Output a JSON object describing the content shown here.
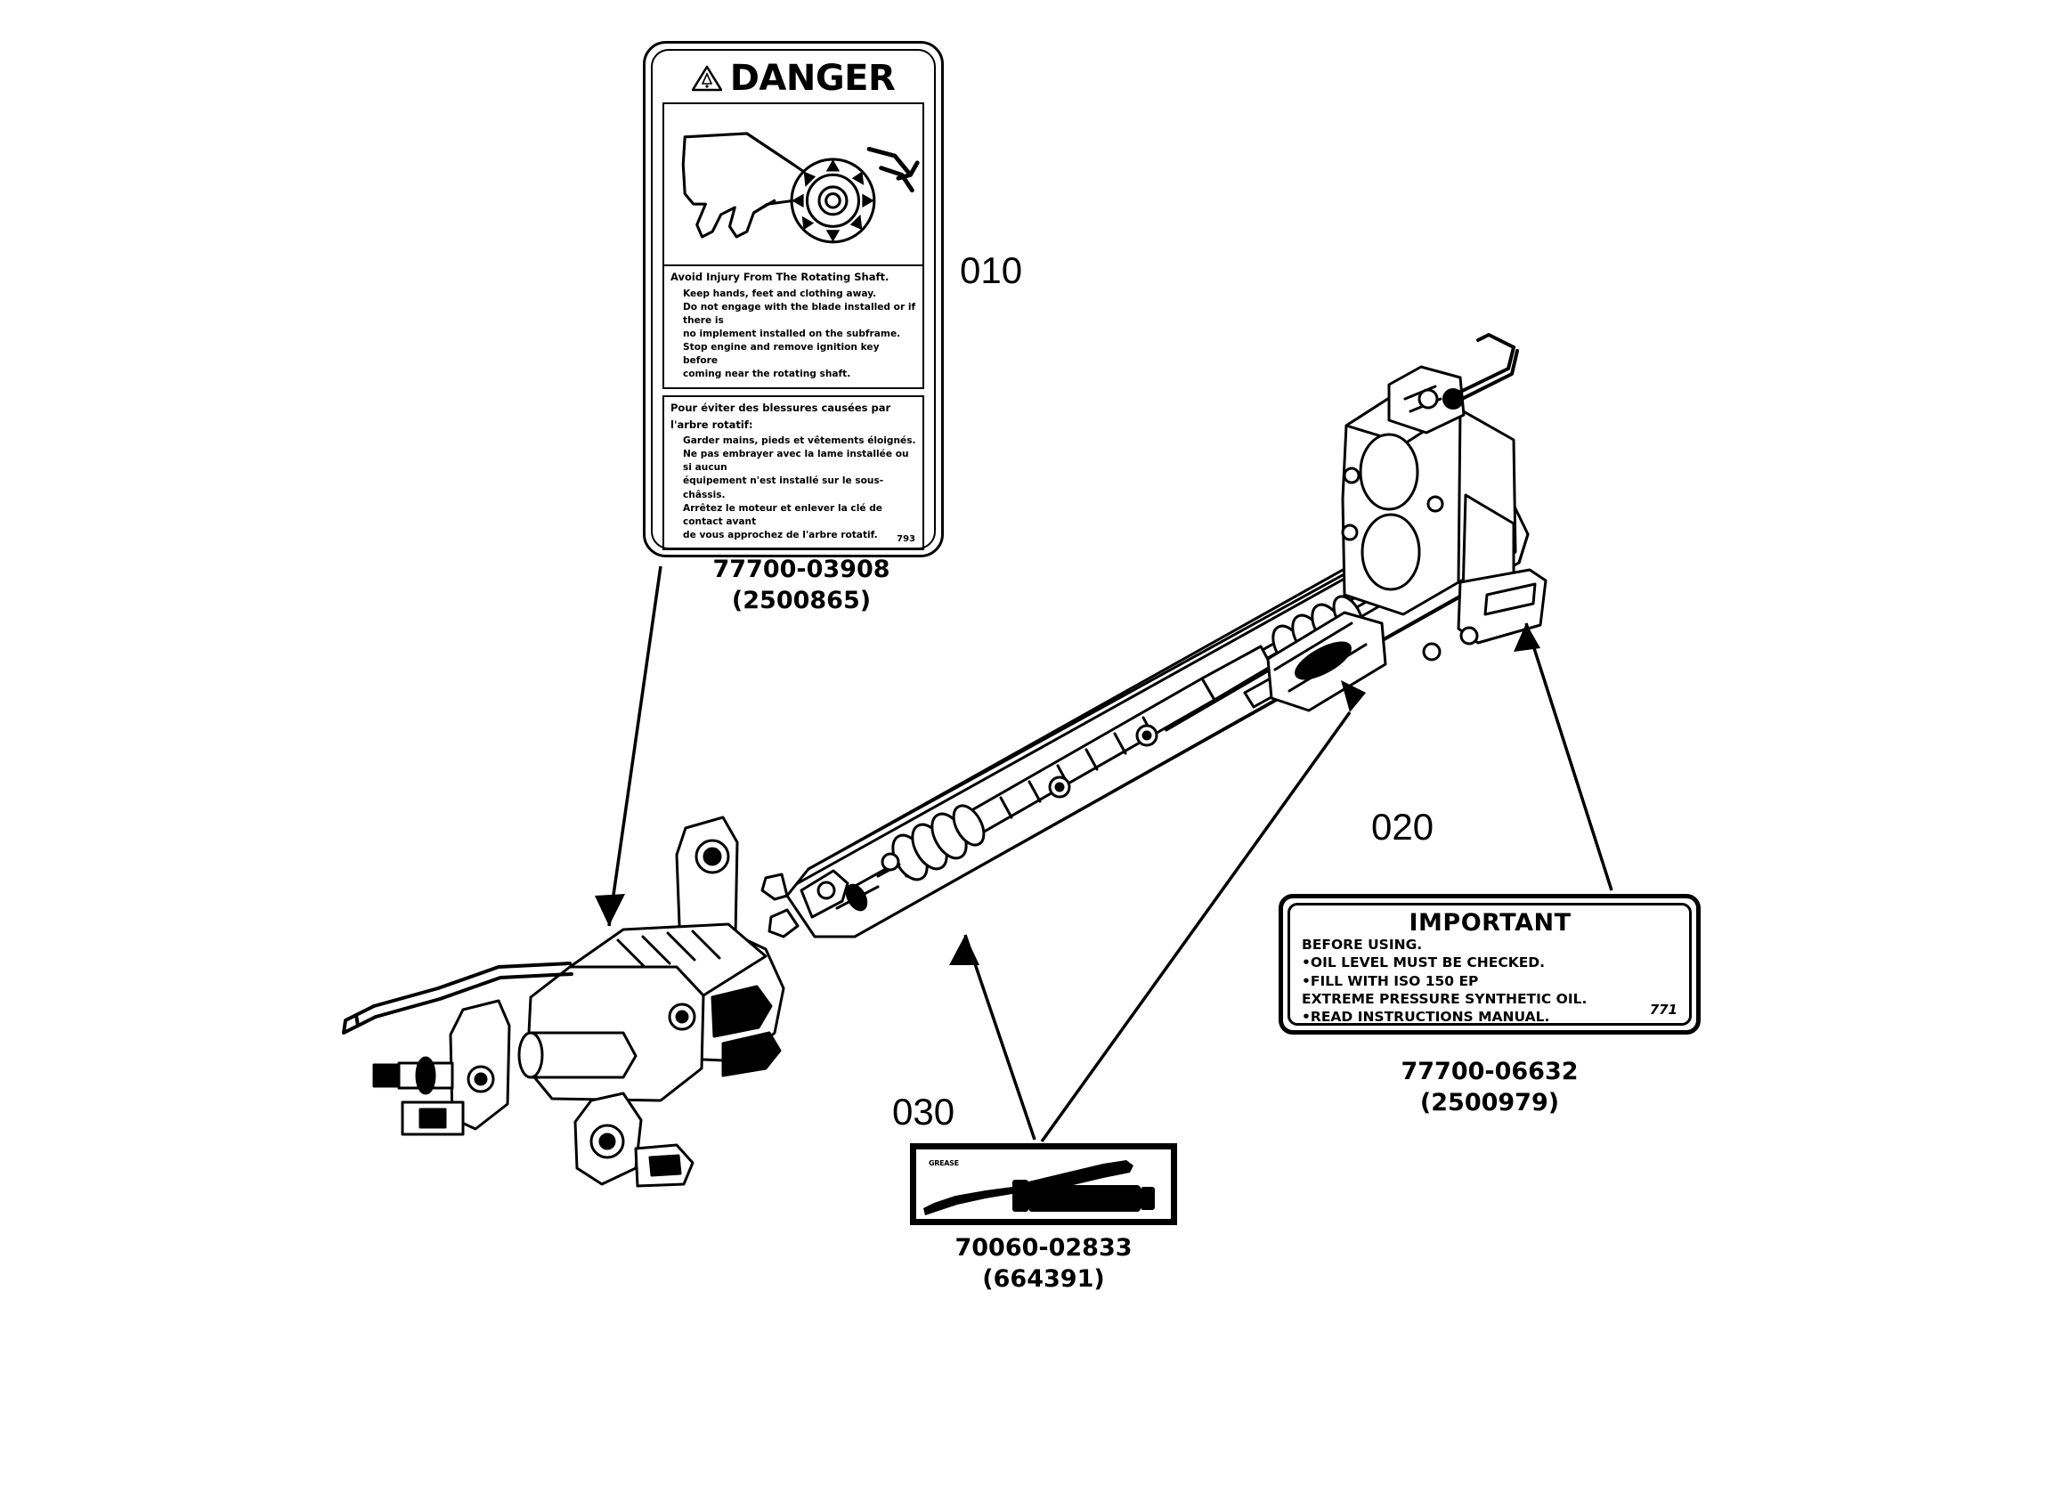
{
  "diagram": {
    "title": "Subframe drive shaft assembly - decal and lubrication parts diagram",
    "background_color": "#ffffff",
    "line_color": "#000000"
  },
  "item_refs": [
    {
      "id": "ref-010",
      "label": "010"
    },
    {
      "id": "ref-020",
      "label": "020"
    },
    {
      "id": "ref-030",
      "label": "030"
    }
  ],
  "danger_decal": {
    "title": "DANGER",
    "warning_icon": "warning-triangle-icon",
    "pictogram_name": "hand-near-rotating-shaft-icon",
    "english": {
      "heading": "Avoid Injury From The Rotating Shaft.",
      "lines": [
        "Keep hands, feet and clothing away.",
        "Do not engage with the blade installed or if there is",
        "no implement installed on the subframe.",
        "Stop engine and remove ignition key before",
        "coming near the rotating shaft."
      ]
    },
    "french": {
      "heading_line1": "Pour éviter des blessures causées par",
      "heading_line2": "l'arbre rotatif:",
      "lines": [
        "Garder mains, pieds et vêtements éloignés.",
        "Ne pas embrayer avec la lame installée ou si aucun",
        "équipement n'est installé sur le sous-châssis.",
        "Arrêtez le moteur et enlever la clé de contact avant",
        "de vous approchez de l'arbre rotatif."
      ]
    },
    "code": "793",
    "part_number": "77700-03908",
    "alt_part_number": "(2500865)"
  },
  "important_decal": {
    "title": "IMPORTANT",
    "lines": [
      "BEFORE USING.",
      "•OIL LEVEL MUST BE CHECKED.",
      "•FILL WITH ISO 150 EP",
      "  EXTREME PRESSURE SYNTHETIC OIL.",
      "•READ INSTRUCTIONS MANUAL."
    ],
    "code": "771",
    "part_number": "77700-06632",
    "alt_part_number": "(2500979)"
  },
  "grease_gun": {
    "icon": "grease-gun-icon",
    "marking": "GREASE",
    "part_number": "70060-02833",
    "alt_part_number": "(664391)"
  },
  "machine": {
    "name": "subframe-driveshaft-assembly",
    "components": [
      "gearbox-housing",
      "control-lever",
      "telescoping-drive-shaft",
      "universal-joint",
      "subframe-rail",
      "front-hitch-bracket",
      "mounting-plate"
    ]
  }
}
